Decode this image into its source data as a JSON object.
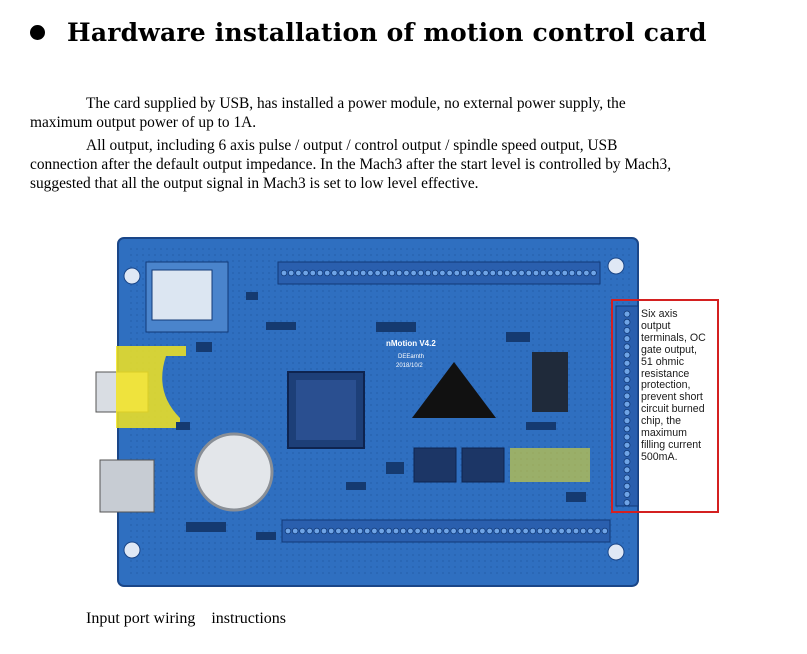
{
  "heading": {
    "title": "Hardware installation of motion control card"
  },
  "paragraphs": {
    "p1_line1": "The card supplied by USB, has installed a power module, no external power supply, the",
    "p1_line2": "maximum output power of up to 1A.",
    "p2_line1": "All output, including 6 axis pulse / output / control output / spindle speed output, USB",
    "p2_line2": "connection after the default output impedance. In the Mach3 after the start level is controlled by Mach3,",
    "p2_line3": "suggested that all the output signal in Mach3 is set to low level effective."
  },
  "board": {
    "model_label": "nMotion V4.2",
    "sub_label": "DEEarnth",
    "date_label": "2018/10/2",
    "colors": {
      "pcb": "#2f6fc0",
      "pcb_light": "#5b94d8",
      "highlight_yellow": "#f2e420",
      "callout_red": "#d42020"
    }
  },
  "callout": {
    "lines": [
      "Six axis",
      "output",
      "terminals, OC",
      "gate output,",
      "51 ohmic",
      "resistance",
      "protection,",
      "prevent short",
      "circuit burned",
      "chip, the",
      "maximum",
      "filling current",
      "500mA."
    ]
  },
  "caption": {
    "text": "Input port wiring    instructions"
  }
}
